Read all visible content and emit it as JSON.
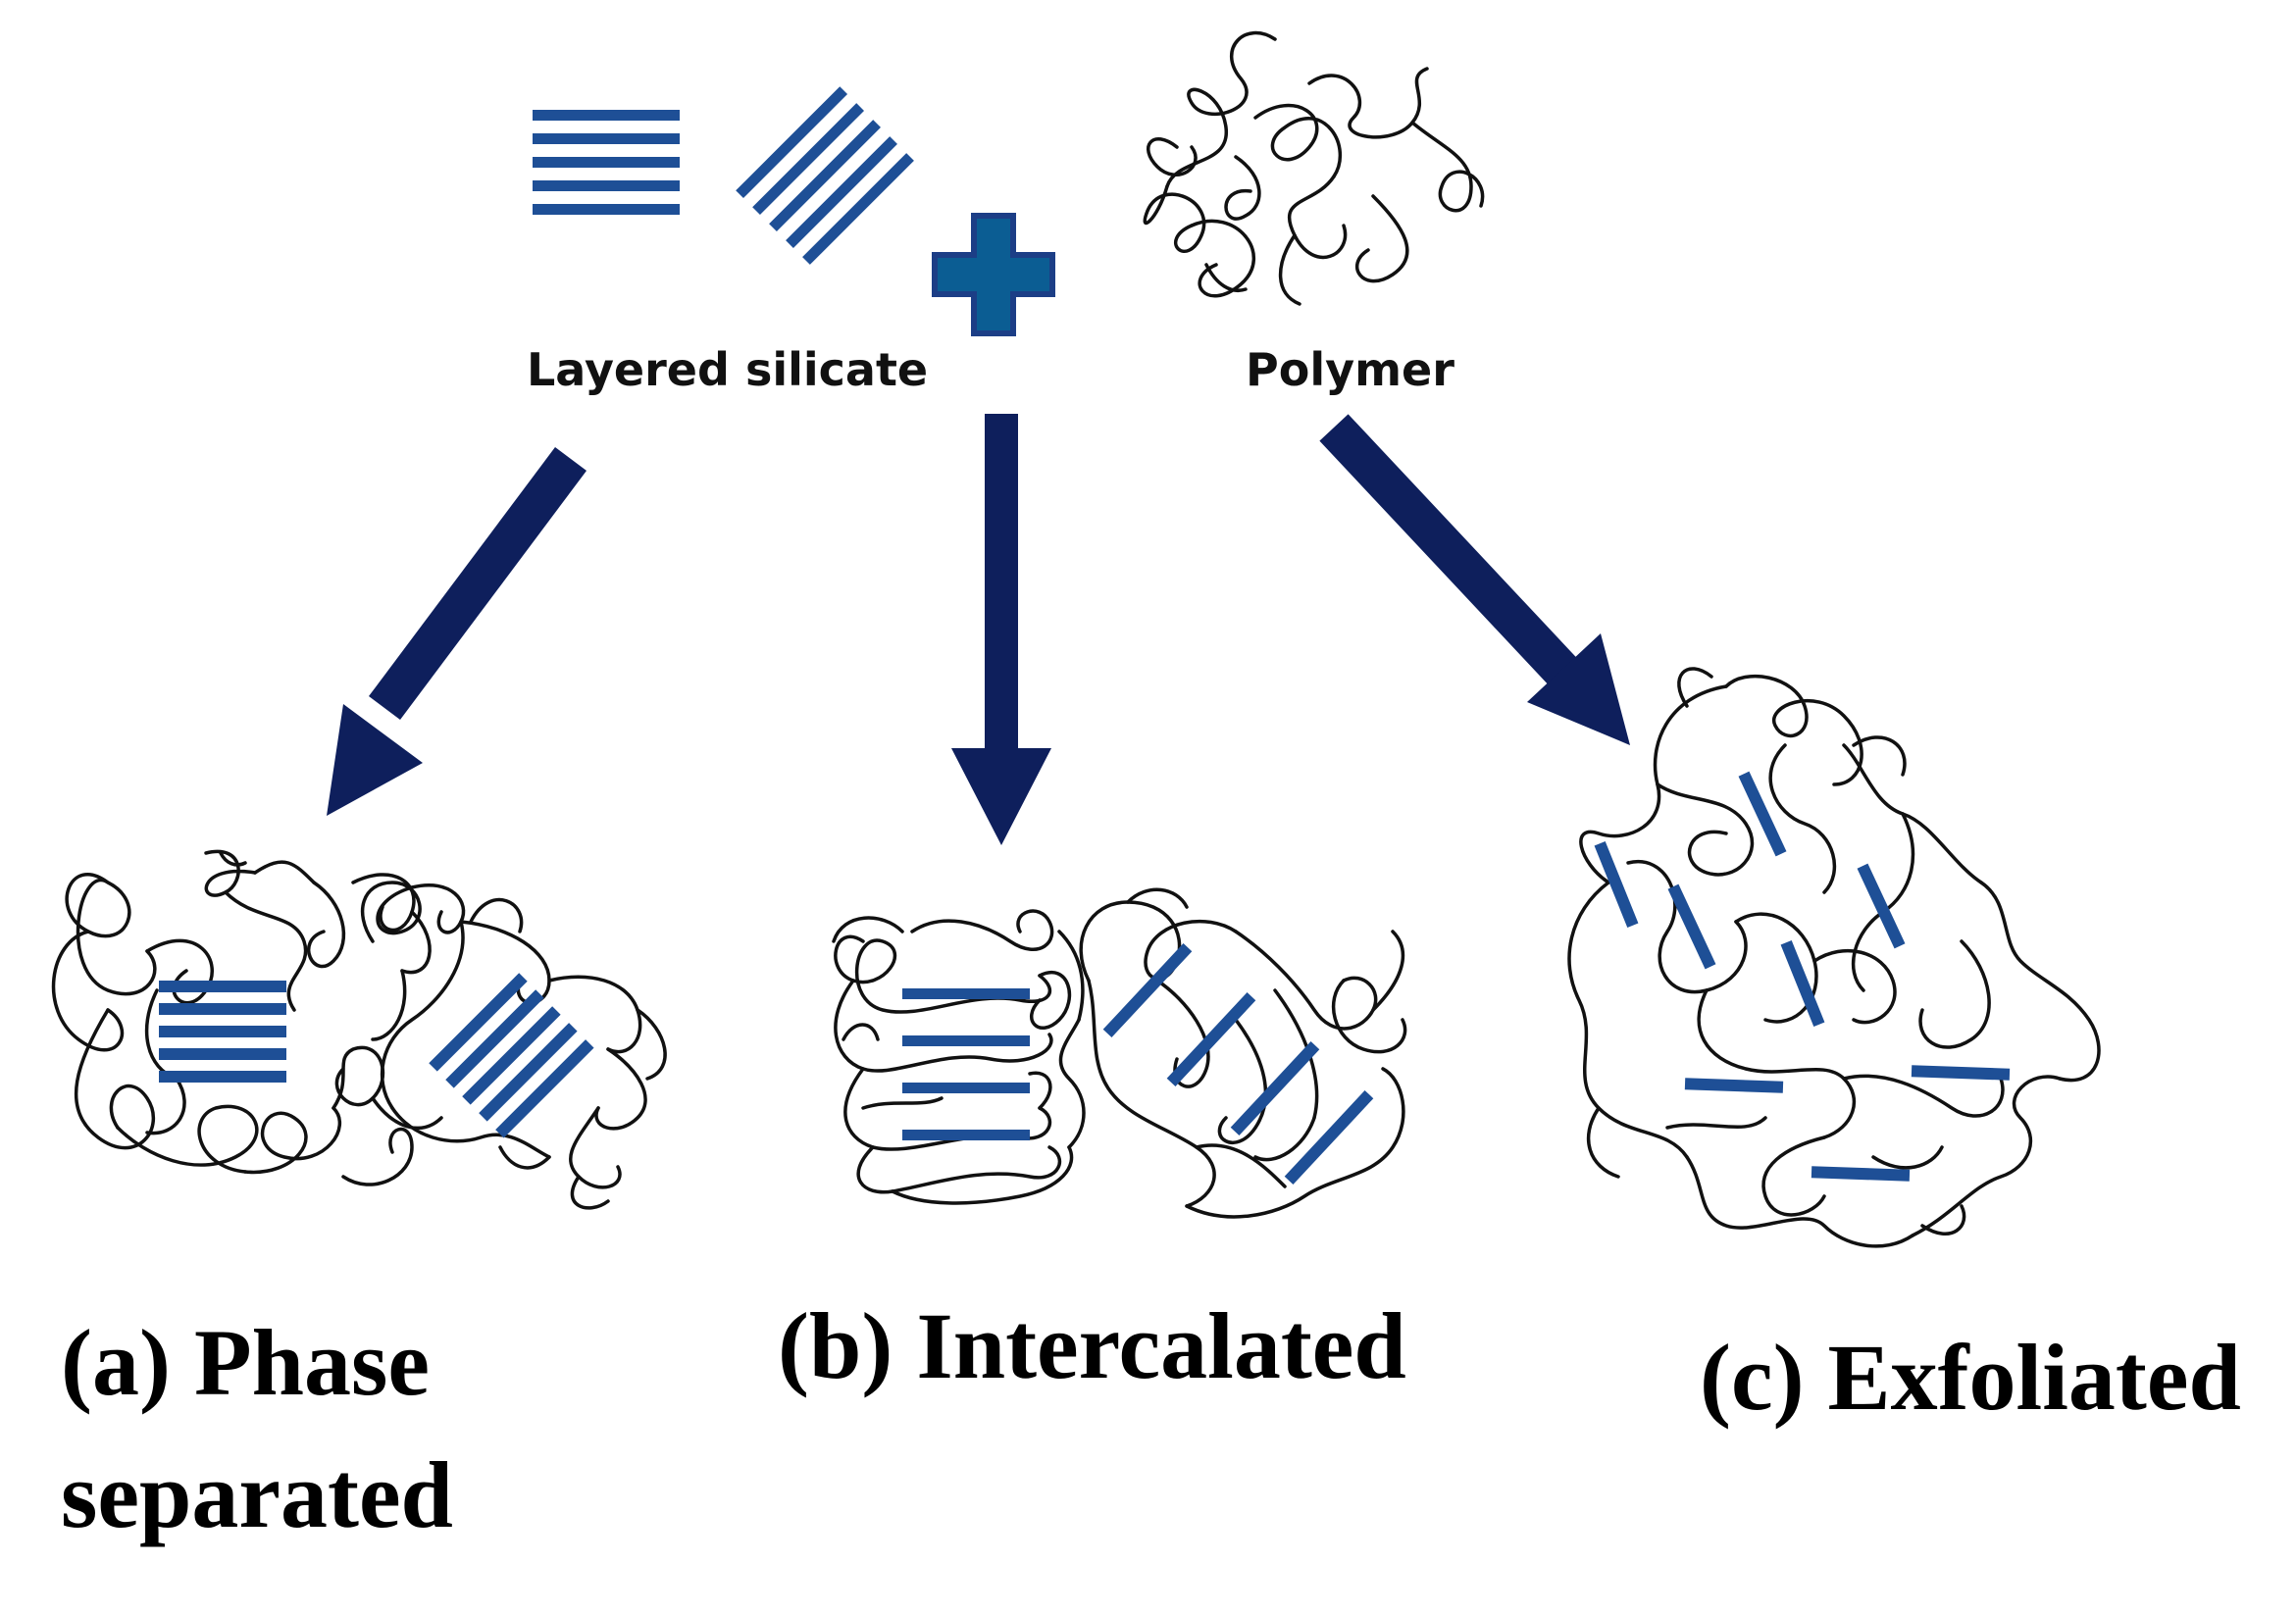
{
  "labels": {
    "layered_silicate": "Layered silicate",
    "polymer": "Polymer",
    "phase_separated_line1": "(a) Phase",
    "phase_separated_line2": "separated",
    "intercalated": "(b) Intercalated",
    "exfoliated": "(c) Exfoliated"
  },
  "colors": {
    "silicate_layer": "#1e4f96",
    "arrow": "#0e1f5c",
    "plus": "#0b5d93",
    "plus_outline": "#1c3e86",
    "polymer_chain": "#111111"
  },
  "icons": {
    "plus": "plus-icon",
    "arrows": "arrow-down-icon"
  }
}
